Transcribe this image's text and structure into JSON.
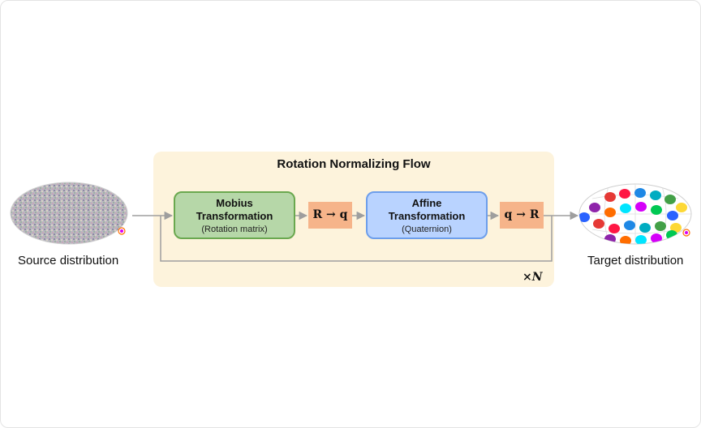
{
  "diagram": {
    "flow_title": "Rotation Normalizing Flow",
    "mobius": {
      "title_line1": "Mobius",
      "title_line2": "Transformation",
      "subtitle": "(Rotation matrix)"
    },
    "affine": {
      "title_line1": "Affine",
      "title_line2": "Transformation",
      "subtitle": "(Quaternion)"
    },
    "conversion_r_to_q": "R → q",
    "conversion_q_to_r": "q → R",
    "repeat_label": "×N",
    "source_caption": "Source distribution",
    "target_caption": "Target distribution"
  },
  "colors": {
    "panel_background": "#fdf3dc",
    "mobius_fill": "#b6d7a8",
    "mobius_border": "#6aa84f",
    "affine_fill": "#b9d3ff",
    "affine_border": "#6d9eeb",
    "conversion_fill": "#f6b48a",
    "arrow": "#9e9e9e"
  },
  "target_blob_colors": [
    "#e53935",
    "#ff1744",
    "#1e88e5",
    "#00acc1",
    "#43a047",
    "#fdd835",
    "#8e24aa",
    "#ff6d00",
    "#00e5ff",
    "#d500f9",
    "#00c853",
    "#2962ff"
  ]
}
